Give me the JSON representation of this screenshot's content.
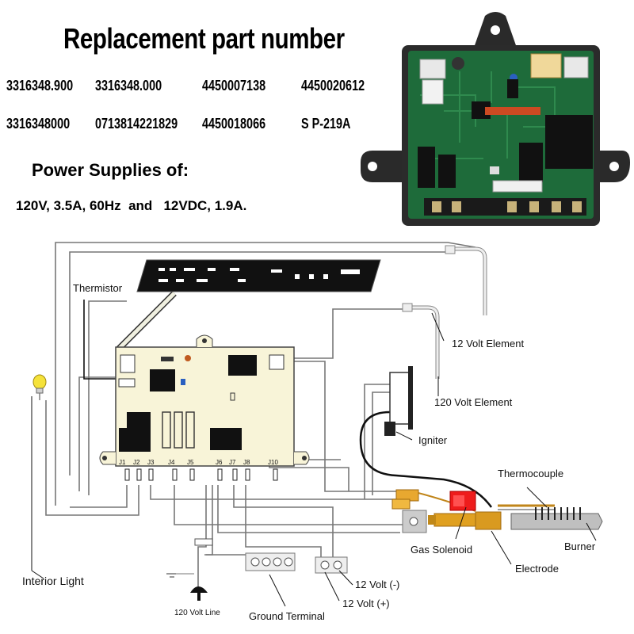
{
  "header": {
    "title": "Replacement part number",
    "part_numbers_row1": [
      "3316348.900",
      "3316348.000",
      "4450007138",
      "4450020612"
    ],
    "part_numbers_row2": [
      "3316348000",
      "0713814221829",
      "4450018066",
      "S P-219A"
    ]
  },
  "power": {
    "title": "Power Supplies of:",
    "specs": "120V, 3.5A, 60Hz  and   12VDC, 1.9A."
  },
  "labels": {
    "thermistor": "Thermistor",
    "element_12v": "12 Volt Element",
    "element_120v": "120 Volt Element",
    "igniter": "Igniter",
    "thermocouple": "Thermocouple",
    "gas_solenoid": "Gas Solenoid",
    "burner": "Burner",
    "electrode": "Electrode",
    "interior_light": "Interior Light",
    "line_120v": "120 Volt Line",
    "ground_terminal": "Ground Terminal",
    "volt_neg": "12 Volt (-)",
    "volt_pos": "12 Volt (+)"
  },
  "pins": [
    "J1",
    "J2",
    "J3",
    "J4",
    "J5",
    "J6",
    "J7",
    "J8",
    "J10"
  ],
  "colors": {
    "board": "#f8f4d8",
    "pcb": "#1e6b3a",
    "wire": "#777777",
    "solenoid": "#ee1c1c",
    "brass": "#e0a020"
  }
}
